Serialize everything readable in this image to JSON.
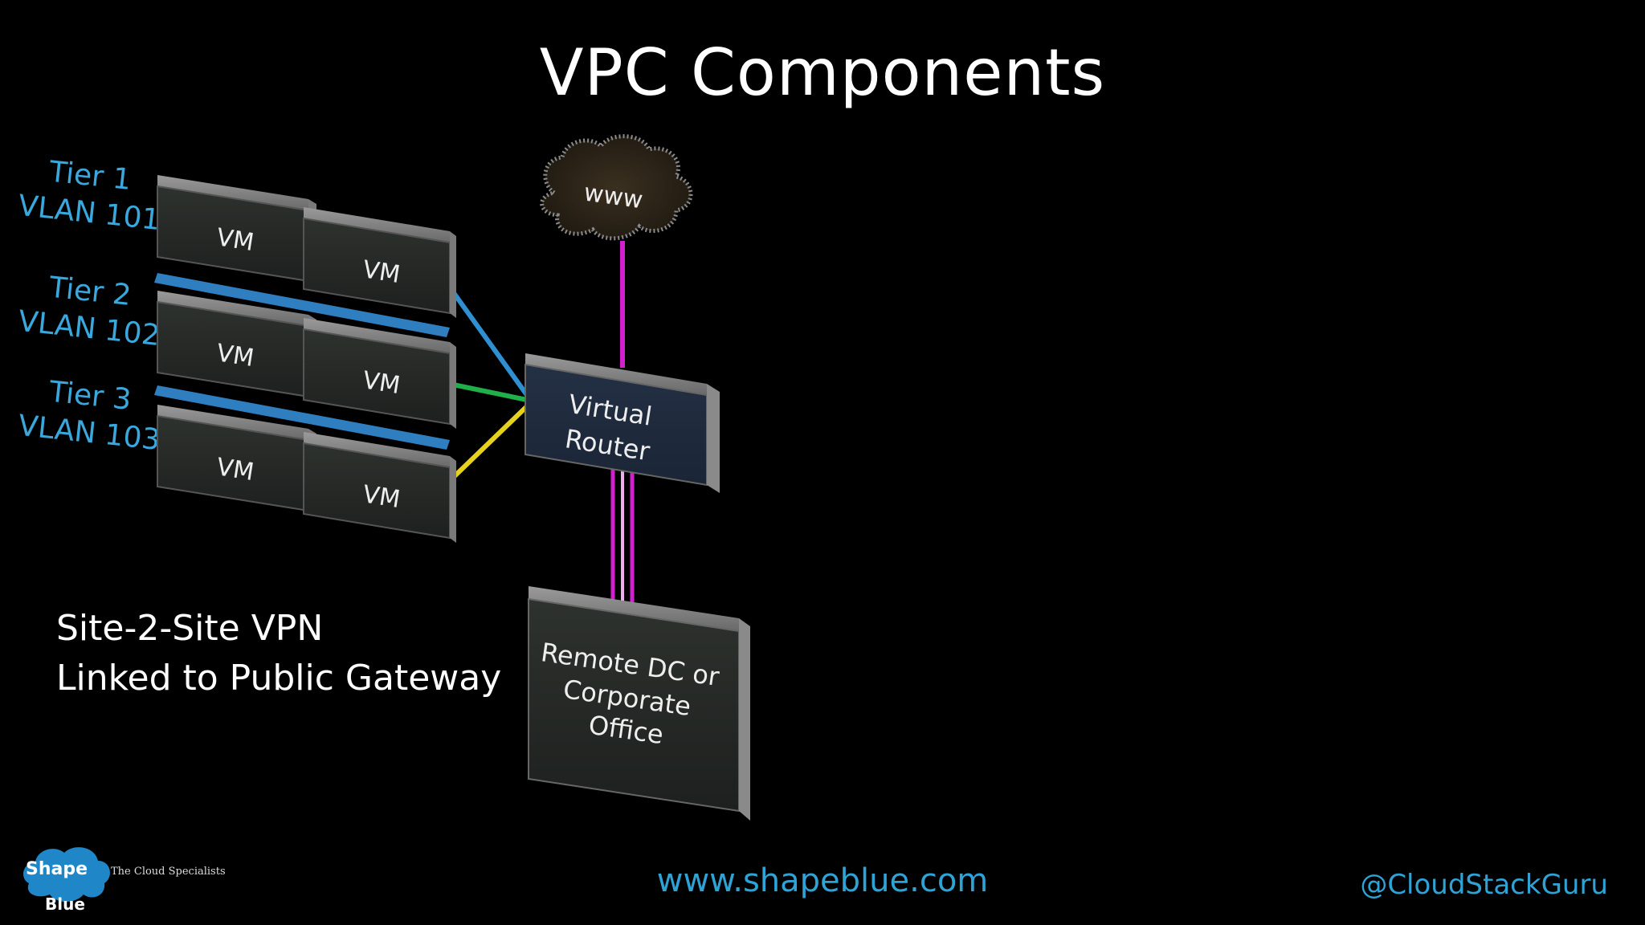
{
  "title": "VPC Components",
  "tiers": [
    {
      "tier": "Tier 1",
      "vlan": "VLAN 101",
      "vms": [
        "VM",
        "VM"
      ],
      "link_color": "#2f8fd0"
    },
    {
      "tier": "Tier 2",
      "vlan": "VLAN 102",
      "vms": [
        "VM",
        "VM"
      ],
      "link_color": "#1fb04a"
    },
    {
      "tier": "Tier 3",
      "vlan": "VLAN 103",
      "vms": [
        "VM",
        "VM"
      ],
      "link_color": "#e6d21c"
    }
  ],
  "internet": {
    "label": "www"
  },
  "router": {
    "label_line1": "Virtual",
    "label_line2": "Router"
  },
  "remote": {
    "line1": "Remote DC or",
    "line2": "Corporate",
    "line3": "Office"
  },
  "notes": {
    "line1": "Site-2-Site VPN",
    "line2": "Linked to Public Gateway"
  },
  "footer": {
    "url": "www.shapeblue.com",
    "handle": "@CloudStackGuru"
  },
  "logo": {
    "word1": "Shape",
    "word2": "Blue",
    "tagline": "The Cloud Specialists"
  },
  "colors": {
    "vlan_bar": "#2f7fc0",
    "vpn_link": "#d020d0",
    "accent_text": "#2fa3d6"
  }
}
